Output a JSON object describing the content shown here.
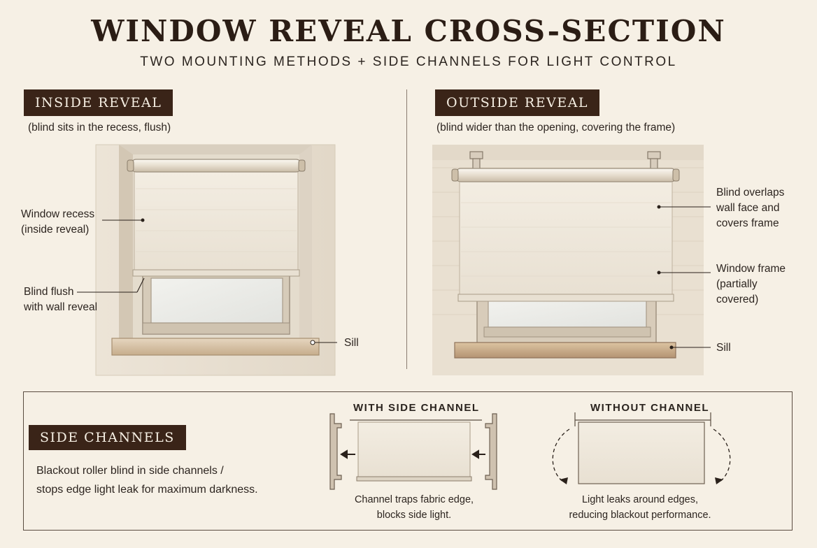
{
  "header": {
    "title": "WINDOW REVEAL CROSS-SECTION",
    "subtitle": "TWO MOUNTING METHODS + SIDE CHANNELS FOR LIGHT CONTROL"
  },
  "inside": {
    "tag": "INSIDE REVEAL",
    "caption": "(blind sits in the recess, flush)",
    "labels": {
      "recess_line1": "Window recess",
      "recess_line2": "(inside reveal)",
      "flush_line1": "Blind flush",
      "flush_line2": "with wall reveal",
      "sill": "Sill"
    }
  },
  "outside": {
    "tag": "OUTSIDE REVEAL",
    "caption": "(blind wider than the opening, covering the frame)",
    "labels": {
      "overlap_line1": "Blind overlaps",
      "overlap_line2": "wall face and",
      "overlap_line3": "covers frame",
      "frame_line1": "Window frame",
      "frame_line2": "(partially",
      "frame_line3": "covered)",
      "sill": "Sill"
    }
  },
  "channels": {
    "tag": "SIDE CHANNELS",
    "desc_line1": "Blackout roller blind in side channels /",
    "desc_line2": "stops edge light leak for maximum darkness.",
    "with": {
      "heading": "WITH SIDE CHANNEL",
      "caption_line1": "Channel traps fabric edge,",
      "caption_line2": "blocks side light."
    },
    "without": {
      "heading": "WITHOUT CHANNEL",
      "caption_line1": "Light leaks around edges,",
      "caption_line2": "reducing blackout performance."
    }
  },
  "colors": {
    "background": "#f6f0e5",
    "tag_fill": "#3a2418",
    "blind_fabric": "#efe8dc",
    "wood_sill": "#d8c3a6"
  }
}
